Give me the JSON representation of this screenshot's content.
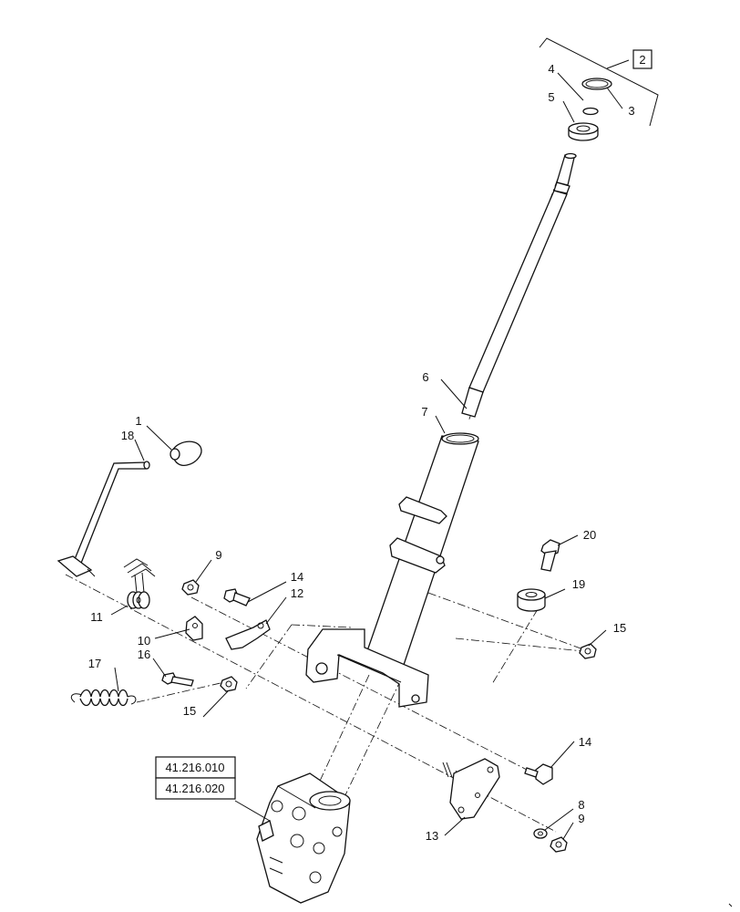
{
  "callouts": {
    "c1": "1",
    "c2": "2",
    "c3": "3",
    "c4": "4",
    "c5": "5",
    "c6": "6",
    "c7": "7",
    "c8": "8",
    "c9a": "9",
    "c9b": "9",
    "c10": "10",
    "c11": "11",
    "c12": "12",
    "c13": "13",
    "c14a": "14",
    "c14b": "14",
    "c15a": "15",
    "c15b": "15",
    "c16": "16",
    "c17": "17",
    "c18": "18",
    "c19": "19",
    "c20": "20"
  },
  "references": {
    "ref1": "41.216.010",
    "ref2": "41.216.020"
  }
}
